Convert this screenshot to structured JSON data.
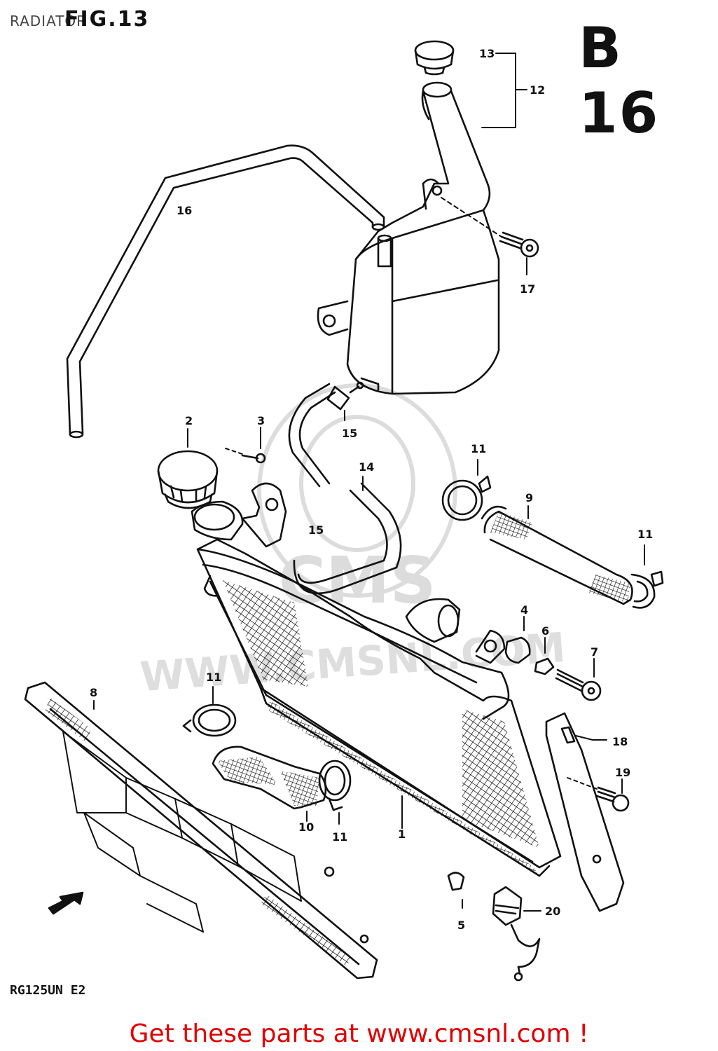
{
  "header": {
    "section_title": "RADIATOR",
    "figure_number": "FIG.13",
    "block_code": "B 16"
  },
  "footer": {
    "model_code": "RG125UN E2",
    "cta_text": "Get these parts at www.cmsnl.com !"
  },
  "watermark": {
    "text": "CMS",
    "url_text": "WWW.CMSNL.COM"
  },
  "callouts": {
    "c1": "1",
    "c2": "2",
    "c3": "3",
    "c4": "4",
    "c5": "5",
    "c6": "6",
    "c7": "7",
    "c8": "8",
    "c9": "9",
    "c10": "10",
    "c11a": "11",
    "c11b": "11",
    "c11c": "11",
    "c11d": "11",
    "c12": "12",
    "c13": "13",
    "c14": "14",
    "c15a": "15",
    "c15b": "15",
    "c16": "16",
    "c17": "17",
    "c18": "18",
    "c19": "19",
    "c20": "20"
  },
  "colors": {
    "line": "#111111",
    "footer_text": "#e00000",
    "watermark": "#d9d9d9"
  }
}
